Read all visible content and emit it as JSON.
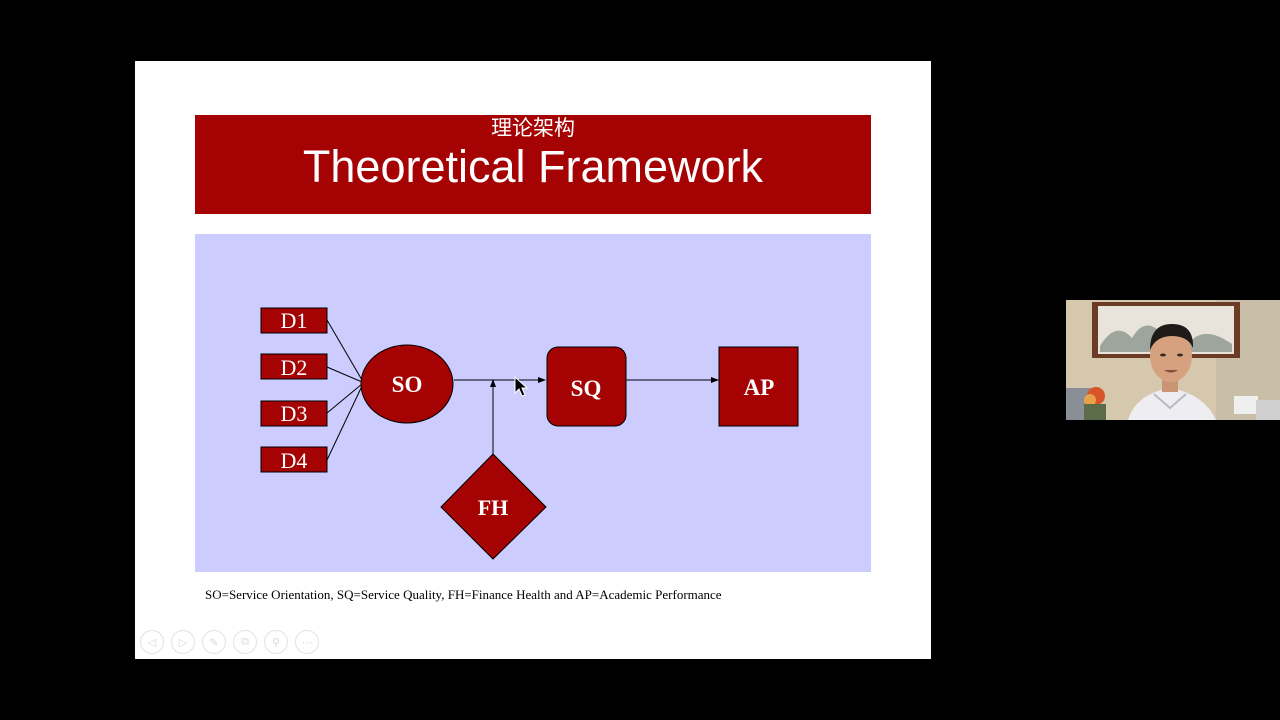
{
  "slide": {
    "title_cn": "理论架构",
    "title_en": "Theoretical Framework",
    "caption": "SO=Service Orientation, SQ=Service Quality, FH=Finance Health and AP=Academic Performance"
  },
  "diagram": {
    "dimensions": [
      {
        "label": "D1"
      },
      {
        "label": "D2"
      },
      {
        "label": "D3"
      },
      {
        "label": "D4"
      }
    ],
    "so_label": "SO",
    "sq_label": "SQ",
    "ap_label": "AP",
    "fh_label": "FH"
  },
  "controls": [
    {
      "name": "previous-slide-icon",
      "glyph": "◁"
    },
    {
      "name": "next-slide-icon",
      "glyph": "▷"
    },
    {
      "name": "pen-icon",
      "glyph": "✎"
    },
    {
      "name": "slides-overview-icon",
      "glyph": "⧉"
    },
    {
      "name": "zoom-icon",
      "glyph": "⚲"
    },
    {
      "name": "more-options-icon",
      "glyph": "⋯"
    }
  ],
  "colors": {
    "banner": "#a50204",
    "diagram_background": "#ccccff",
    "node_fill": "#a50204"
  }
}
